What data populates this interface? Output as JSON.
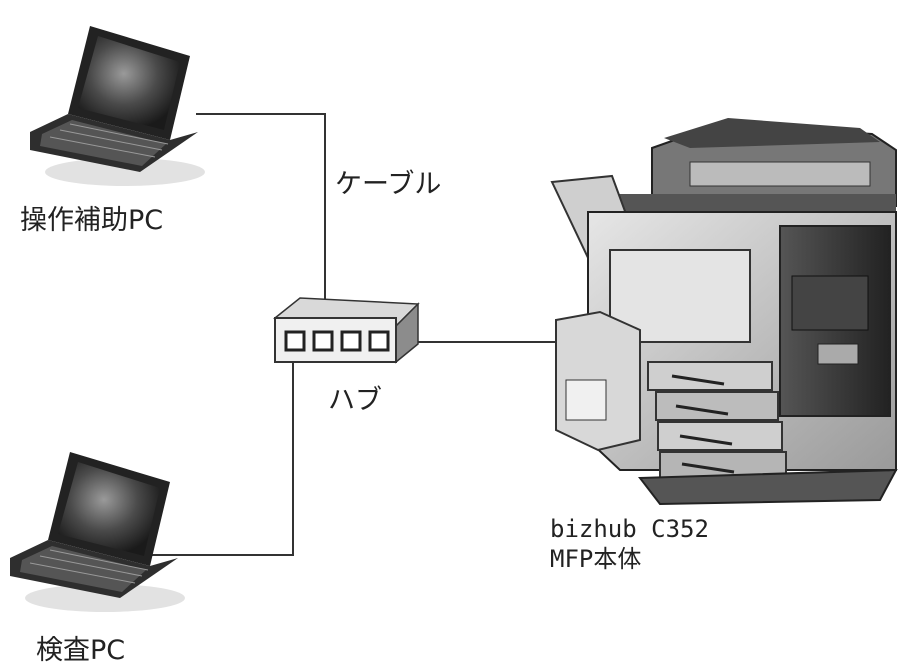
{
  "labels": {
    "assist_pc": "操作補助PC",
    "cable": "ケーブル",
    "hub": "ハブ",
    "inspection_pc": "検査PC",
    "mfp_model": "bizhub C352",
    "mfp_body": "MFP本体"
  },
  "icons": {
    "laptop": "laptop-icon",
    "hub": "network-hub-icon",
    "printer": "mfp-printer-icon"
  },
  "colors": {
    "line": "#333333",
    "device_dark": "#2a2a2a",
    "device_mid": "#8c8c8c",
    "device_light": "#d9d9d9"
  }
}
